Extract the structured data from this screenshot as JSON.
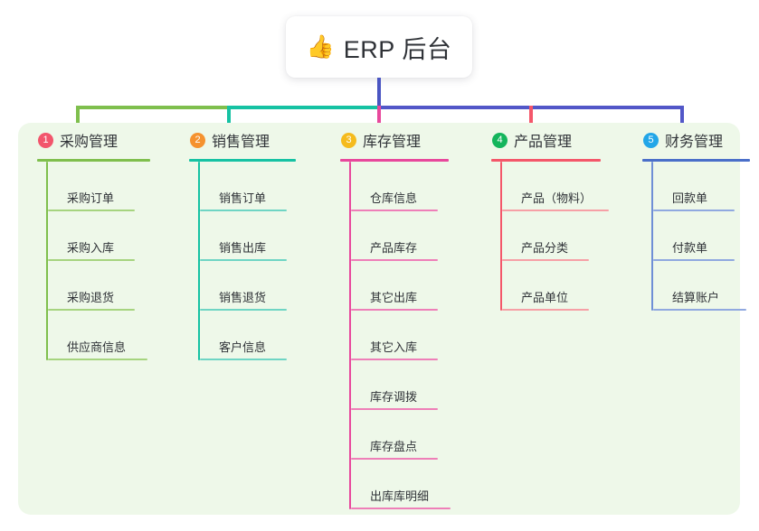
{
  "root": {
    "icon": "thumbs-up-icon",
    "emoji": "👍",
    "title": "ERP 后台"
  },
  "palette": {
    "panel_bg": "#eef8e9",
    "page_bg": "#ffffff",
    "text": "#2f3237",
    "root_stem": "#4a55c2",
    "bar_left": "#7fbf4d",
    "bar_mid": "#16c2a3",
    "bar_right": "#5257c8"
  },
  "columns": [
    {
      "index": "1",
      "title": "采购管理",
      "badge_color": "#f2556c",
      "line_color": "#7fbf4d",
      "item_line_color": "#a6d47f",
      "connector_color": "#7fbf4d",
      "items": [
        {
          "label": "采购订单"
        },
        {
          "label": "采购入库"
        },
        {
          "label": "采购退货"
        },
        {
          "label": "供应商信息"
        }
      ]
    },
    {
      "index": "2",
      "title": "销售管理",
      "badge_color": "#f5922f",
      "line_color": "#16c2a3",
      "item_line_color": "#6fd5c4",
      "connector_color": "#16c2a3",
      "items": [
        {
          "label": "销售订单"
        },
        {
          "label": "销售出库"
        },
        {
          "label": "销售退货"
        },
        {
          "label": "客户信息"
        }
      ]
    },
    {
      "index": "3",
      "title": "库存管理",
      "badge_color": "#f5bb1d",
      "line_color": "#e8489c",
      "item_line_color": "#ee7fb8",
      "connector_color": "#e8489c",
      "items": [
        {
          "label": "仓库信息"
        },
        {
          "label": "产品库存"
        },
        {
          "label": "其它出库"
        },
        {
          "label": "其它入库"
        },
        {
          "label": "库存调拨"
        },
        {
          "label": "库存盘点"
        },
        {
          "label": "出库库明细"
        }
      ]
    },
    {
      "index": "4",
      "title": "产品管理",
      "badge_color": "#14b55c",
      "line_color": "#f4576a",
      "item_line_color": "#f6a0a6",
      "connector_color": "#f4576a",
      "items": [
        {
          "label": "产品（物料）"
        },
        {
          "label": "产品分类"
        },
        {
          "label": "产品单位"
        }
      ]
    },
    {
      "index": "5",
      "title": "财务管理",
      "badge_color": "#22a6e8",
      "line_color": "#4a6fc9",
      "item_line_color": "#90a9e0",
      "connector_color": "#5257c8",
      "items": [
        {
          "label": "回款单"
        },
        {
          "label": "付款单"
        },
        {
          "label": "结算账户"
        }
      ]
    }
  ]
}
